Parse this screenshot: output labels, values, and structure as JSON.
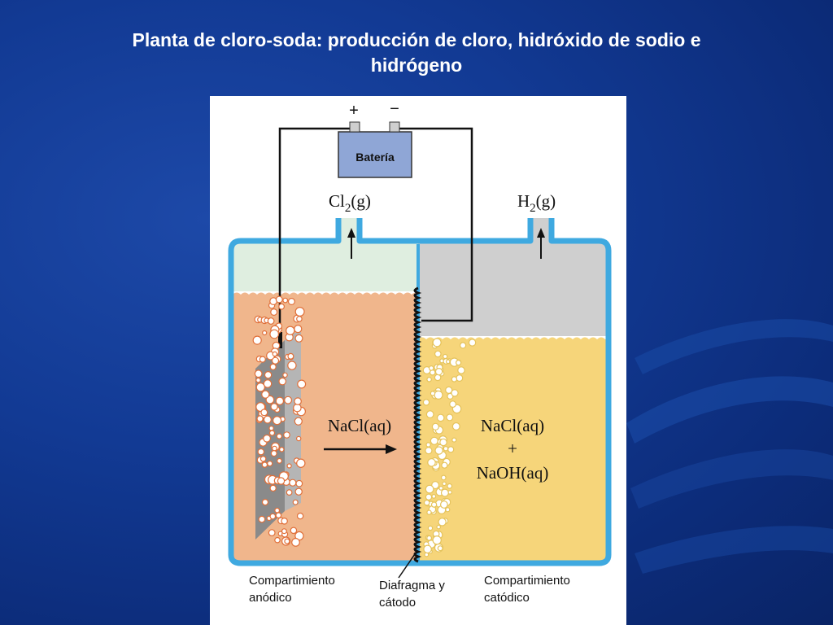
{
  "slide": {
    "title_line1": "Planta de cloro-soda: producción de cloro, hidróxido de sodio e",
    "title_line2": "hidrógeno"
  },
  "diagram": {
    "battery_label": "Batería",
    "plus_sign": "+",
    "minus_sign": "−",
    "gas_left_base": "Cl",
    "gas_left_sub": "2",
    "gas_left_state": "(g)",
    "gas_right_base": "H",
    "gas_right_sub": "2",
    "gas_right_state": "(g)",
    "anode_solution": "NaCl(aq)",
    "cathode_solution_line1": "NaCl(aq)",
    "cathode_solution_line2": "+",
    "cathode_solution_line3": "NaOH(aq)",
    "label_anodic_line1": "Compartimiento",
    "label_anodic_line2": "anódico",
    "label_diaphragm_line1": "Diafragma y",
    "label_diaphragm_line2": "cátodo",
    "label_cathodic_line1": "Compartimiento",
    "label_cathodic_line2": "catódico"
  },
  "colors": {
    "vessel_outline": "#3fa9e0",
    "anolyte": "#f0b68c",
    "catholyte": "#f6d57a",
    "gas_left": "#dfeee0",
    "gas_right": "#cfcfcf",
    "battery": "#8fa6d6",
    "electrode": "#8a8a8a",
    "bubble_left": "#e0703a",
    "bubble_right": "#e5c35c"
  }
}
